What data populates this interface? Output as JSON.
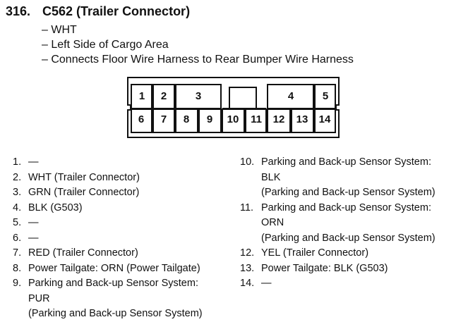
{
  "header": {
    "number": "316.",
    "title": "C562 (Trailer Connector)",
    "details": [
      "– WHT",
      "– Left Side of Cargo Area",
      "– Connects Floor Wire Harness to Rear Bumper Wire Harness"
    ]
  },
  "connector": {
    "top_row": [
      "1",
      "2",
      "3",
      "4",
      "5"
    ],
    "bottom_row": [
      "6",
      "7",
      "8",
      "9",
      "10",
      "11",
      "12",
      "13",
      "14"
    ]
  },
  "pins_left": [
    {
      "n": "1.",
      "text": "—"
    },
    {
      "n": "2.",
      "text": "WHT (Trailer Connector)"
    },
    {
      "n": "3.",
      "text": "GRN (Trailer Connector)"
    },
    {
      "n": "4.",
      "text": "BLK (G503)"
    },
    {
      "n": "5.",
      "text": "—"
    },
    {
      "n": "6.",
      "text": "—"
    },
    {
      "n": "7.",
      "text": "RED (Trailer Connector)"
    },
    {
      "n": "8.",
      "text": "Power Tailgate: ORN (Power Tailgate)"
    },
    {
      "n": "9.",
      "text": "Parking and Back-up Sensor System:\nPUR\n(Parking and Back-up Sensor System)"
    }
  ],
  "pins_right": [
    {
      "n": "10.",
      "text": "Parking and Back-up Sensor System:\nBLK\n(Parking and Back-up Sensor System)"
    },
    {
      "n": "11.",
      "text": "Parking and Back-up Sensor System:\nORN\n(Parking and Back-up Sensor System)"
    },
    {
      "n": "12.",
      "text": "YEL (Trailer Connector)"
    },
    {
      "n": "13.",
      "text": "Power Tailgate: BLK (G503)"
    },
    {
      "n": "14.",
      "text": "—"
    }
  ]
}
